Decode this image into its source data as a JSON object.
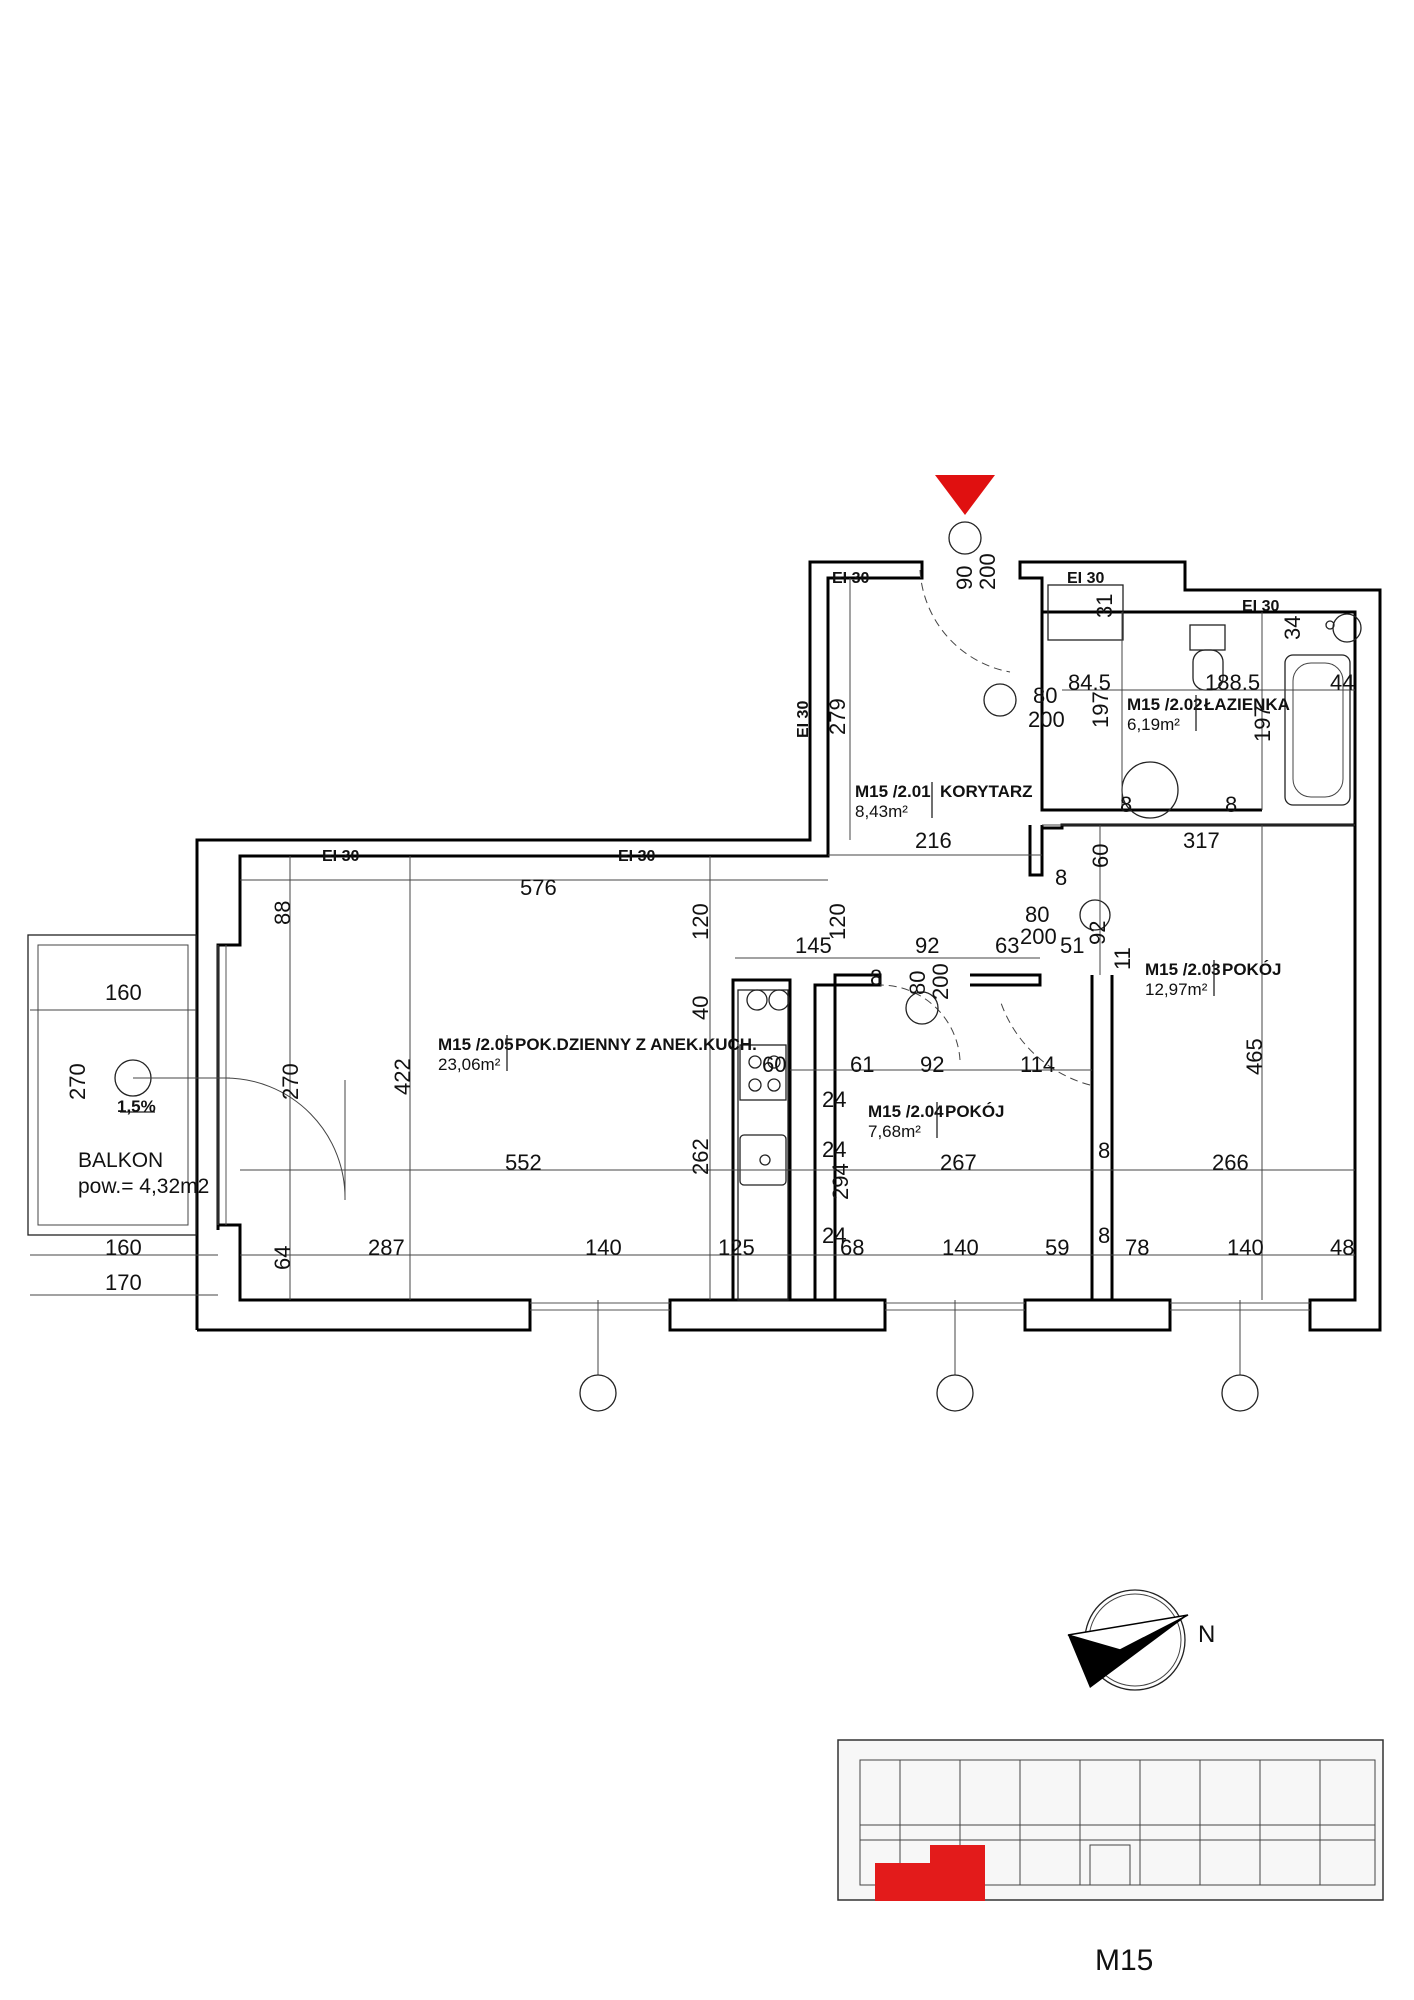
{
  "rooms": [
    {
      "id": "M15 /2.01",
      "name": "KORYTARZ",
      "area": "8,43m²"
    },
    {
      "id": "M15 /2.02",
      "name": "ŁAZIENKA",
      "area": "6,19m²"
    },
    {
      "id": "M15 /2.03",
      "name": "POKÓJ",
      "area": "12,97m²"
    },
    {
      "id": "M15 /2.04",
      "name": "POKÓJ",
      "area": "7,68m²"
    },
    {
      "id": "M15 /2.05",
      "name": "POK.DZIENNY Z ANEK.KUCH.",
      "area": "23,06m²"
    }
  ],
  "balcony": {
    "label": "BALKON",
    "area": "pow.= 4,32m2",
    "slope": "1,5%"
  },
  "fire_rating": "EI 30",
  "doors": {
    "entrance": {
      "w": "90",
      "h": "200"
    },
    "bathroom": {
      "w": "80",
      "h": "200"
    },
    "room_203": {
      "w": "80",
      "h": "200"
    },
    "room_204": {
      "w": "80",
      "h": "200"
    }
  },
  "dims": {
    "d279": "279",
    "d216": "216",
    "d317": "317",
    "d576": "576",
    "d88": "88",
    "d120a": "120",
    "d120b": "120",
    "d145": "145",
    "d92a": "92",
    "d63": "63",
    "d51": "51",
    "d92b": "92",
    "d11": "11",
    "d60": "60",
    "d8a": "8",
    "d8b": "8",
    "d40": "40",
    "d60k": "60",
    "d61": "61",
    "d92c": "92",
    "d114": "114",
    "d24a": "24",
    "d24b": "24",
    "d24c": "24",
    "d422": "422",
    "d465": "465",
    "d262": "262",
    "d294": "294",
    "d552": "552",
    "d267": "267",
    "d266": "266",
    "d270a": "270",
    "d270b": "270",
    "d64": "64",
    "d287": "287",
    "d140a": "140",
    "d125": "125",
    "d68": "68",
    "d140b": "140",
    "d59": "59",
    "d78": "78",
    "d140c": "140",
    "d48": "48",
    "d8c": "8",
    "d8d": "8",
    "d160a": "160",
    "d160b": "160",
    "d170": "170",
    "d845": "84.5",
    "d1885": "188.5",
    "d197a": "197",
    "d197b": "197",
    "d31": "31",
    "d34": "34",
    "d44": "44",
    "d8e": "8",
    "d8f": "8"
  },
  "compass": {
    "label": "N"
  },
  "key_plan": {
    "label": "M15",
    "highlight_color": "#e31b1b"
  }
}
